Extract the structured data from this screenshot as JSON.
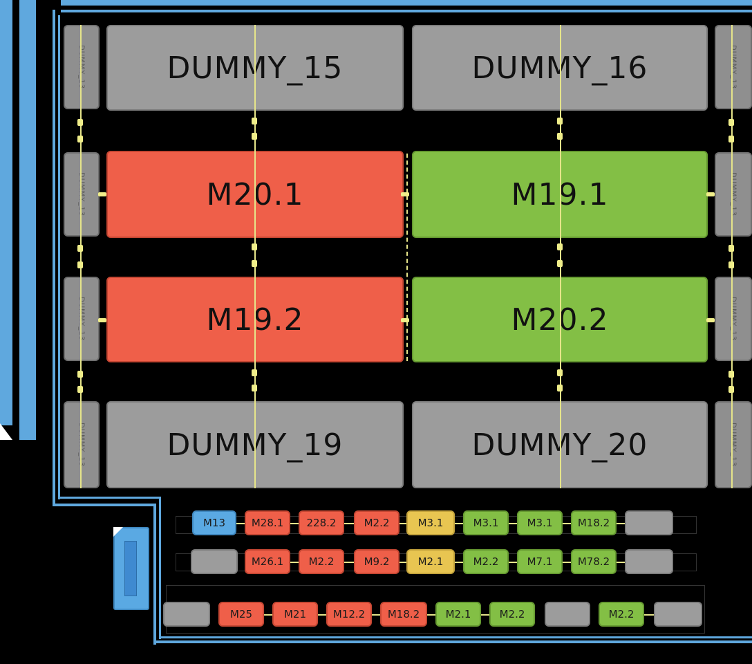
{
  "blocks": {
    "dummy_15": "DUMMY_15",
    "dummy_16": "DUMMY_16",
    "m20_1": "M20.1",
    "m19_1": "M19.1",
    "m19_2": "M19.2",
    "m20_2": "M20.2",
    "dummy_19": "DUMMY_19",
    "dummy_20": "DUMMY_20"
  },
  "side_label": "DUMMY_13",
  "rows": {
    "row1": [
      "M13",
      "M28.1",
      "228.2",
      "M2.2",
      "M3.1",
      "M3.1",
      "M3.1",
      "M18.2",
      ""
    ],
    "row2": [
      "",
      "M26.1",
      "M2.2",
      "M9.2",
      "M2.1",
      "M2.2",
      "M7.1",
      "M78.2",
      ""
    ],
    "row3": [
      "",
      "M25",
      "M21",
      "M12.2",
      "M18.2",
      "M2.1",
      "M2.2",
      "",
      "M2.2",
      ""
    ]
  },
  "colors": {
    "red": "#ef5f49",
    "green": "#83bf45",
    "gray": "#9c9c9c",
    "yellow": "#e8c551",
    "blue": "#5aa9e3",
    "border": "#5fa8de"
  }
}
